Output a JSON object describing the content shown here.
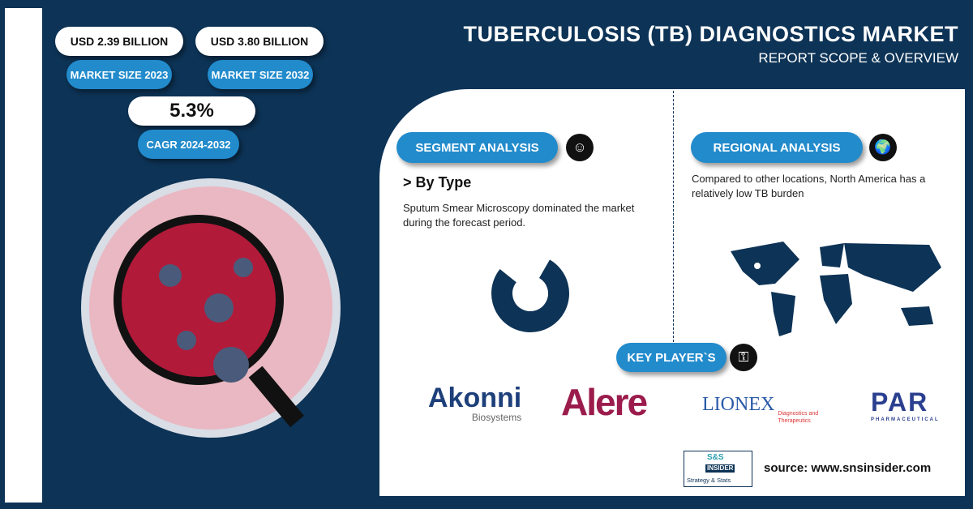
{
  "header": {
    "title": "TUBERCULOSIS (TB) DIAGNOSTICS MARKET",
    "subtitle": "REPORT SCOPE & OVERVIEW"
  },
  "stats": {
    "size_2023_value": "USD 2.39 BILLION",
    "size_2023_label": "MARKET SIZE 2023",
    "size_2032_value": "USD 3.80 BILLION",
    "size_2032_label": "MARKET SIZE 2032",
    "cagr_value": "5.3%",
    "cagr_label": "CAGR 2024-2032"
  },
  "segment": {
    "label": "SEGMENT ANALYSIS",
    "heading": "> By Type",
    "text": "Sputum Smear Microscopy dominated the market during the forecast period."
  },
  "regional": {
    "label": "REGIONAL ANALYSIS",
    "text": "Compared to other locations, North America has a relatively low TB burden"
  },
  "key_players": {
    "label": "KEY PLAYER`S",
    "logos": [
      "Akonni",
      "Biosystems",
      "Alere",
      "LIONEX",
      "Diagnostics and Therapeutics",
      "PAR",
      "PHARMACEUTICAL"
    ]
  },
  "footer": {
    "brand_top": "S&S",
    "brand_mid": "INSIDER",
    "brand_bottom": "Strategy & Stats",
    "source": "source: www.snsinsider.com"
  },
  "colors": {
    "navy": "#0d3356",
    "blue": "#228bcc",
    "alere": "#9b1c4c"
  }
}
